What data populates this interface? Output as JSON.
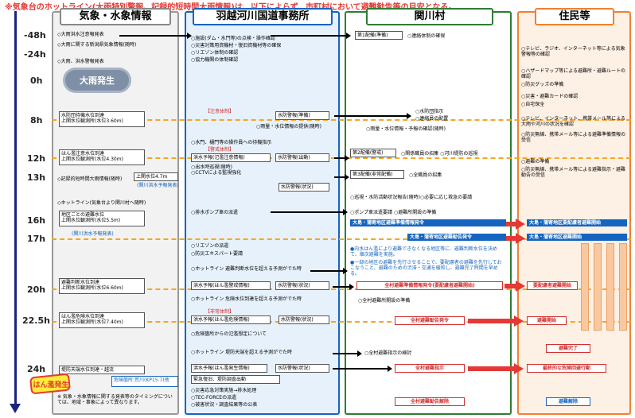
{
  "note": "※気象台のホットライン(大雨特別警報、記録的短時間大雨情報)は、以下によらず、市町村において避難勧告等の目安となる。",
  "columns": {
    "weather": "気象・水象情報",
    "office": "羽越河川国道事務所",
    "village": "関川村",
    "residents": "住民等"
  },
  "times": [
    "-48h",
    "-24h",
    "0h",
    "8h",
    "12h",
    "13h",
    "16h",
    "17h",
    "20h",
    "22.5h",
    "24h"
  ],
  "weather": {
    "w1": "◇大雨洪水注意報発表",
    "w2": "◇大雨に関する新潟県気象情報(随時)",
    "w3": "◇大雨、洪水警報発表",
    "rain": "大雨発生",
    "b1a": "水防団待機水位到達",
    "b1b": "上関水位観測所(水位3.60m)",
    "b2a": "はん濫注意水位到達",
    "b2b": "上関水位観測所(水位4.30m)",
    "w4": "◇記録的短時間大雨情報(随時)",
    "b3": "上関水位4.7m",
    "lbl1": "(関川洪水予報発表)",
    "w5": "◇ホットライン(気象台より関川村へ随時)",
    "b4a": "地区ごとの避難水位",
    "b4b": "上関水位観測所(水位5.5m)",
    "lbl2": "(関川洪水予報発表)",
    "b5a": "避難判断水位到達",
    "b5b": "上関水位観測所(水位6.60m)",
    "b6a": "はん濫危険水位到達",
    "b6b": "上関水位観測所(水位7.40m)",
    "b7": "堤防天端水位到達・越流",
    "flood": "はん濫発生",
    "spots": "危険箇所:荒川(KP15.7)他",
    "foot": "※ 気象・水象情報に関する発表等のタイミングについては、地域・事象によって異なります。"
  },
  "office": {
    "o1": "○施設(ダム・水門等)の点検・操作確認",
    "o2": "○災害対策用資機材・復旧資機材等の確保",
    "o3": "○リエゾン体制の確認",
    "o4": "○協力機関の体制確認",
    "h1": "【注意体制】",
    "f1": "水防警報(準備)",
    "o5": "○雨量・水位情報の提供(随時)",
    "o6": "○水門、樋門等の操作員への待機指示",
    "h2": "【警戒体制】",
    "f2a": "洪水予報(氾濫注意情報)",
    "f2b": "水防警報(出動)",
    "o7": "○出水時巡視(随時)",
    "o8": "○CCTVによる監視強化",
    "f3": "水防警報(状況)",
    "o9": "○排水ポンプ車の派遣",
    "o10": "○リエゾンの派遣",
    "o11": "○防災エキスパート要請",
    "o12": "○ホットライン 避難判断水位を超える予測がでた時",
    "f4a": "洪水予報(はん濫警戒情報)",
    "f4b": "水防警報(状況)",
    "o13": "○ホットライン 危険水位到達を超える予測がでた時",
    "h3": "【非常体制】",
    "f5a": "洪水予報(はん濫危険情報)",
    "f5b": "水防警報(状況)",
    "o14": "○危険箇所からの氾濫想定について",
    "o15": "○ホットライン 堤防天端を超える予測がでた時",
    "f6a": "洪水予報(はん濫発生情報)",
    "f6b": "水防警報(状況)",
    "f7": "緊急復旧、堤防調査出動",
    "o16": "○災害応急対策実施→排水処理",
    "o17": "○TEC-FORCEの派遣",
    "o18": "○被害状況・調査結果等の公表"
  },
  "village": {
    "v1": "第1配備(準備)",
    "v2": "○連絡体制の確保",
    "v3": "○水防団指示",
    "v4": "○連絡員の配置",
    "v5": "○雨量・水位情報・予報の確認(随時)",
    "v6": "第2配備(警戒)",
    "v7": "○関係職員の招集 ○河川堤防の巡視",
    "v8": "第3配備(非常配備)",
    "v9": "○全職員の招集",
    "v10": "○巡視・水防活動状況報告(随時)○必要に応じ救急の要請",
    "v11": "○ポンプ車派遣要請 ○避難所開設の準備",
    "v12": "大島・蒲寄地区避難準備情報発令",
    "v13": "大島・蒲寄地区避難勧告発令",
    "v14": "●内水はん濫により避難できなくなる地区等に、避難判断水位を決めて、順次避難を実施。",
    "v15": "●一部の地区の避難を先行させることで、要配慮者の避難を先行しておこなうこと、避難のための渋滞・交通を緩和し、避難完了時間を早める。",
    "v16": "全村避難準備情報発令(要配慮者避難開始)",
    "v17": "○全村避難所開設の準備",
    "v18": "全村避難勧告発令",
    "v19": "○全村避難指示の検討",
    "v20": "全村避難指示",
    "v21": "全村避難勧告解除"
  },
  "residents": {
    "r1": "○テレビ、ラジオ、インターネット等による気象警報等の確認",
    "r2": "○ハザードマップ等による避難所・避難ルートの確認",
    "r3": "○防災グッズの準備",
    "r4": "○災害・避難カードの確認",
    "r5": "○自宅保全",
    "r6": "○テレビ、インターネット、携帯メール等による大雨や河川の状況を確認",
    "r7": "○防災無線、携帯メール等による避難準備情報の受信",
    "r8": "○避難の準備",
    "r9": "○防災無線、携帯メール等による避難指示・避難勧告の受信",
    "r10": "大島・蒲寄地区要配慮者避難開始",
    "r11": "大島・蒲寄地区避難開始",
    "r12": "要配慮者避難開始",
    "r13": "避難開始",
    "r14": "避難完了",
    "r15": "最終的な危険回避行動",
    "r16": "避難解除"
  },
  "colors": {
    "weather": "#777777",
    "office": "#1565c0",
    "village": "#2e7d32",
    "residents": "#f08030",
    "timeline": "#1a237e",
    "alert": "#e53935"
  }
}
